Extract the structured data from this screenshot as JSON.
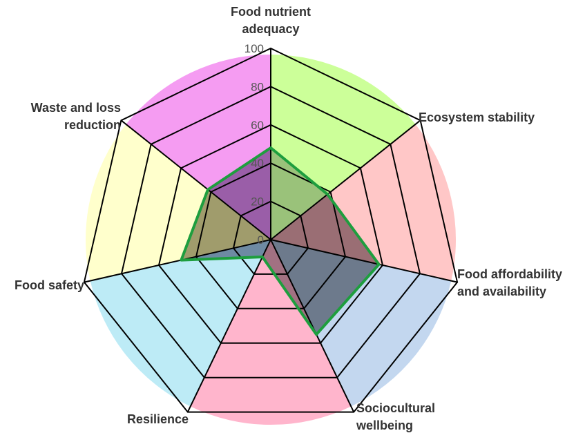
{
  "chart_data": {
    "type": "radar",
    "axes": [
      "Food nutrient adequacy",
      "Ecosystem stability",
      "Food affordability and availability",
      "Sociocultural wellbeing",
      "Resilience",
      "Food safety",
      "Waste and loss reduction"
    ],
    "axis_label_lines": [
      [
        "Food nutrient",
        "adequacy"
      ],
      [
        "Ecosystem stability"
      ],
      [
        "Food affordability",
        "and availability"
      ],
      [
        "Sociocultural",
        "wellbeing"
      ],
      [
        "Resilience"
      ],
      [
        "Food safety"
      ],
      [
        "Waste and loss",
        "reduction"
      ]
    ],
    "ticks": [
      "0",
      "20",
      "40",
      "60",
      "80",
      "100"
    ],
    "tick_values": [
      0,
      20,
      40,
      60,
      80,
      100
    ],
    "range": [
      0,
      100
    ],
    "sector_colors": [
      "#ccff99",
      "#ffc7c7",
      "#c3d7ef",
      "#ffb5cc",
      "#bdebf6",
      "#ffffcc",
      "#f59cf2"
    ],
    "sector_fill_colors": [
      "#9ac27a",
      "#9a6e74",
      "#6d7a8c",
      "#a27182",
      "#6e8aa3",
      "#a09c6c",
      "#9a5ea8"
    ],
    "series": [
      {
        "values": [
          48,
          38,
          58,
          55,
          10,
          48,
          42
        ],
        "color": "#1e9e3e"
      }
    ]
  }
}
